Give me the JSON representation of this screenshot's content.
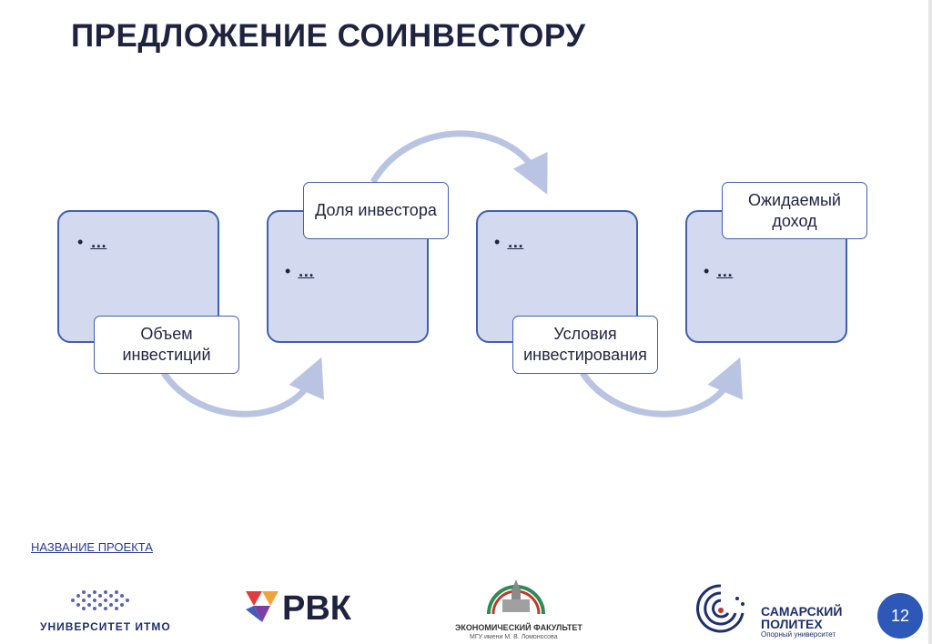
{
  "title": "ПРЕДЛОЖЕНИЕ СОИНВЕСТОРУ",
  "steps": [
    {
      "bullet": "…",
      "label": "Объем\nинвестиций"
    },
    {
      "bullet": "…",
      "label": "Доля инвестора"
    },
    {
      "bullet": "…",
      "label": "Условия\nинвестирования"
    },
    {
      "bullet": "…",
      "label": "Ожидаемый\nдоход"
    }
  ],
  "footer": {
    "project_name": "НАЗВАНИЕ ПРОЕКТА",
    "logos": {
      "itmo": "УНИВЕРСИТЕТ ИТМО",
      "rvk": "РВК",
      "econ_line1": "ЭКОНОМИЧЕСКИЙ ФАКУЛЬТЕТ",
      "econ_line2": "МГУ имени М. В. Ломоносова",
      "samara_line1": "САМАРСКИЙ",
      "samara_line2": "ПОЛИТЕХ",
      "samara_line3": "Опорный университет"
    },
    "page_number": "12"
  },
  "colors": {
    "card_fill": "#d3d9ee",
    "card_border": "#3f5fb5",
    "arrow": "#b9c4e2",
    "page_badge": "#2d58b8"
  }
}
